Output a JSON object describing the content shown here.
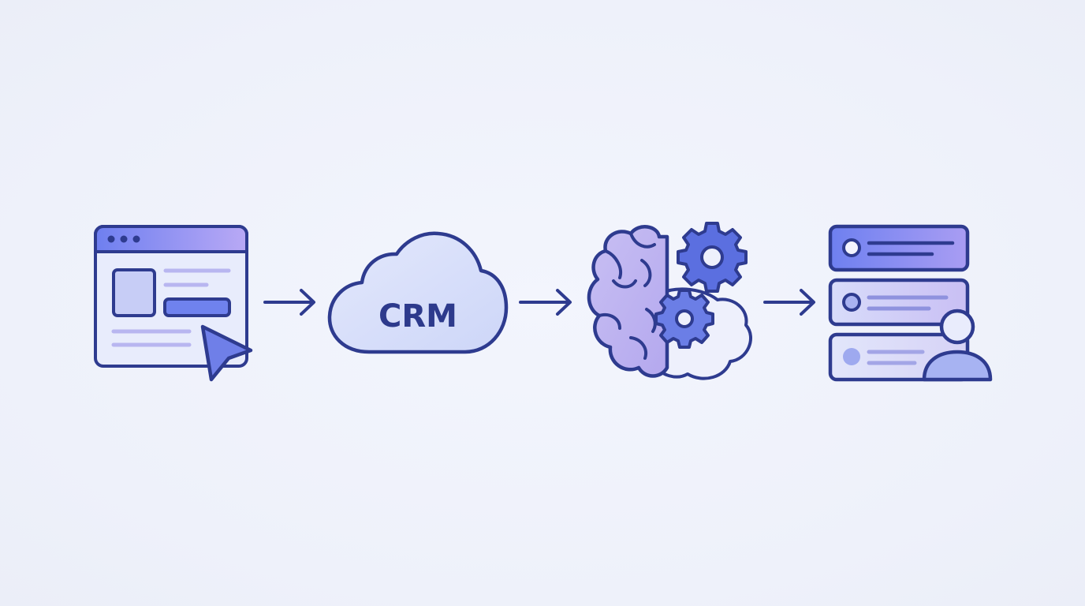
{
  "colors": {
    "stroke": "#2e3b8f",
    "accent": "#5a6ee0",
    "light_fill": "#e4e9fb",
    "lavender": "#c9c3f3",
    "soft_purple": "#b3a9ee",
    "background": "#eff2fb"
  },
  "steps": [
    {
      "id": "web-form",
      "icon": "web-form-cursor-icon"
    },
    {
      "id": "crm",
      "icon": "cloud-icon",
      "label": "CRM"
    },
    {
      "id": "ai",
      "icon": "brain-gears-icon"
    },
    {
      "id": "lead-list",
      "icon": "contact-list-user-icon"
    }
  ],
  "connectors": [
    {
      "from": "web-form",
      "to": "crm",
      "icon": "arrow-right-icon"
    },
    {
      "from": "crm",
      "to": "ai",
      "icon": "arrow-right-icon"
    },
    {
      "from": "ai",
      "to": "lead-list",
      "icon": "arrow-right-icon"
    }
  ]
}
